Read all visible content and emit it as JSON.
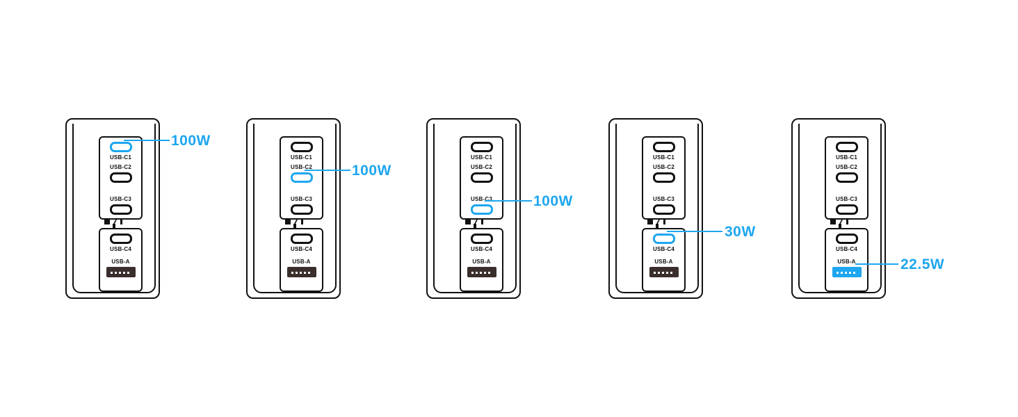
{
  "port_labels": {
    "c1": "USB-C1",
    "c2": "USB-C2",
    "c3": "USB-C3",
    "c4": "USB-C4",
    "a": "USB-A"
  },
  "callouts": [
    {
      "watt": "100W"
    },
    {
      "watt": "100W"
    },
    {
      "watt": "100W"
    },
    {
      "watt": "30W"
    },
    {
      "watt": "22.5W"
    }
  ],
  "colors": {
    "highlight": "#1ea6f0",
    "outline": "#111111",
    "usb_a_port": "#3a2e2c"
  }
}
